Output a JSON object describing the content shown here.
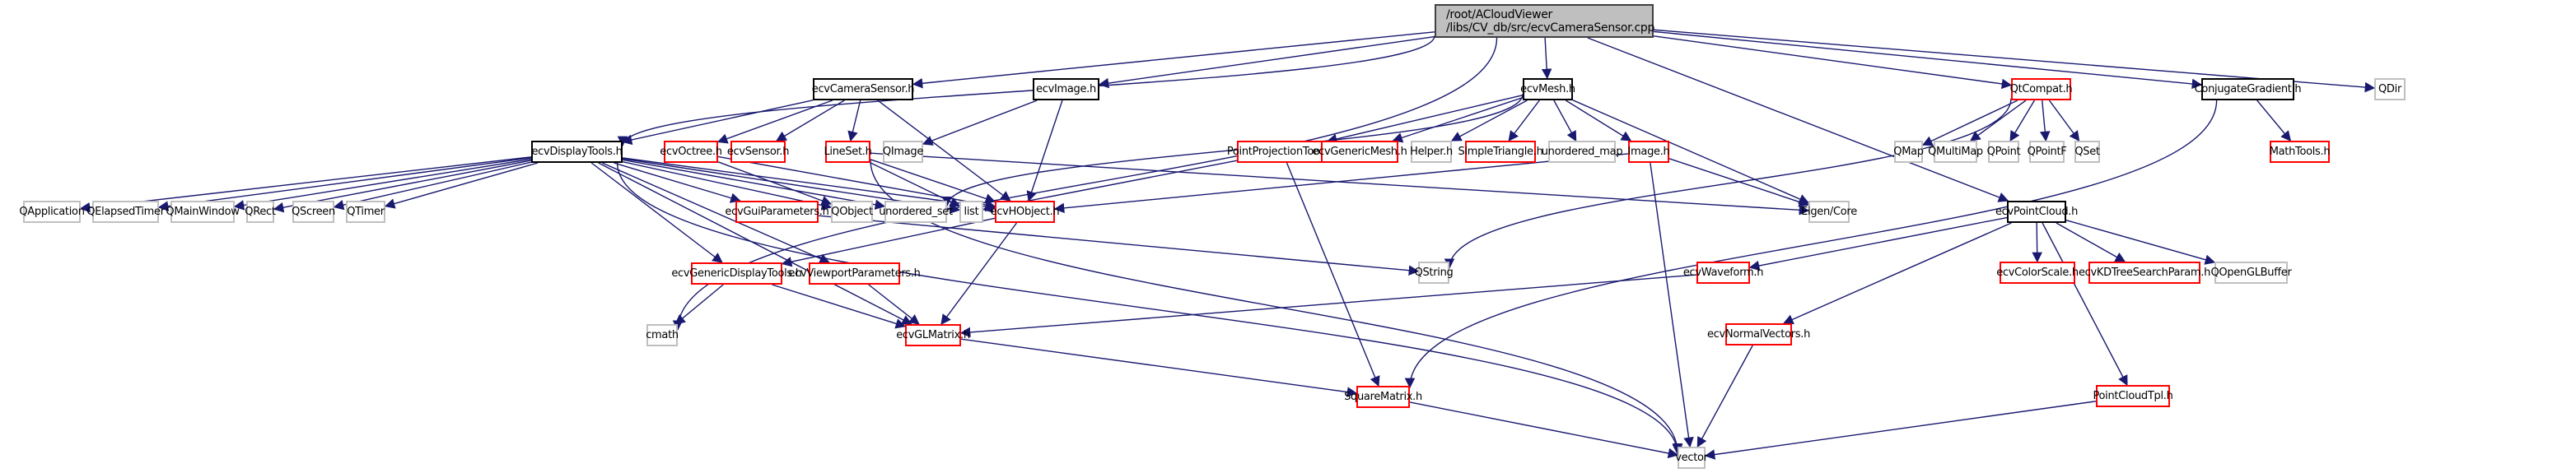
{
  "diagram": {
    "type": "include-dependency-graph",
    "root": {
      "line1": "/root/ACloudViewer",
      "line2": "/libs/CV_db/src/ecvCameraSensor.cpp"
    },
    "colors": {
      "edge": "#191970",
      "documented_border": "#000000",
      "truncated_border": "#ff0000",
      "external_border": "#bfbfbf",
      "root_fill": "#bfbfbf"
    },
    "nodes": [
      {
        "id": "ecvCameraSensor",
        "label": "ecvCameraSensor.h",
        "kind": "doc"
      },
      {
        "id": "ecvImage",
        "label": "ecvImage.h",
        "kind": "doc"
      },
      {
        "id": "ecvMesh",
        "label": "ecvMesh.h",
        "kind": "doc"
      },
      {
        "id": "QtCompat",
        "label": "QtCompat.h",
        "kind": "trunc"
      },
      {
        "id": "ConjugateGradient",
        "label": "ConjugateGradient.h",
        "kind": "doc"
      },
      {
        "id": "QDir",
        "label": "QDir",
        "kind": "ext"
      },
      {
        "id": "ecvDisplayTools",
        "label": "ecvDisplayTools.h",
        "kind": "doc"
      },
      {
        "id": "ecvOctree",
        "label": "ecvOctree.h",
        "kind": "trunc"
      },
      {
        "id": "ecvSensor",
        "label": "ecvSensor.h",
        "kind": "trunc"
      },
      {
        "id": "LineSet",
        "label": "LineSet.h",
        "kind": "trunc"
      },
      {
        "id": "QImage",
        "label": "QImage",
        "kind": "ext"
      },
      {
        "id": "PointProjectionTools",
        "label": "PointProjectionTools.h",
        "kind": "trunc"
      },
      {
        "id": "ecvGenericMesh",
        "label": "ecvGenericMesh.h",
        "kind": "trunc"
      },
      {
        "id": "Helper",
        "label": "Helper.h",
        "kind": "ext"
      },
      {
        "id": "SimpleTriangle",
        "label": "SimpleTriangle.h",
        "kind": "trunc"
      },
      {
        "id": "unordered_map",
        "label": "unordered_map",
        "kind": "ext"
      },
      {
        "id": "Image",
        "label": "Image.h",
        "kind": "trunc"
      },
      {
        "id": "QMap",
        "label": "QMap",
        "kind": "ext"
      },
      {
        "id": "QMultiMap",
        "label": "QMultiMap",
        "kind": "ext"
      },
      {
        "id": "QPoint",
        "label": "QPoint",
        "kind": "ext"
      },
      {
        "id": "QPointF",
        "label": "QPointF",
        "kind": "ext"
      },
      {
        "id": "QSet",
        "label": "QSet",
        "kind": "ext"
      },
      {
        "id": "MathTools",
        "label": "MathTools.h",
        "kind": "trunc"
      },
      {
        "id": "QApplication",
        "label": "QApplication",
        "kind": "ext"
      },
      {
        "id": "QElapsedTimer",
        "label": "QElapsedTimer",
        "kind": "ext"
      },
      {
        "id": "QMainWindow",
        "label": "QMainWindow",
        "kind": "ext"
      },
      {
        "id": "QRect",
        "label": "QRect",
        "kind": "ext"
      },
      {
        "id": "QScreen",
        "label": "QScreen",
        "kind": "ext"
      },
      {
        "id": "QTimer",
        "label": "QTimer",
        "kind": "ext"
      },
      {
        "id": "ecvGuiParameters",
        "label": "ecvGuiParameters.h",
        "kind": "trunc"
      },
      {
        "id": "QObject",
        "label": "QObject",
        "kind": "ext"
      },
      {
        "id": "unordered_set",
        "label": "unordered_set",
        "kind": "ext"
      },
      {
        "id": "list",
        "label": "list",
        "kind": "ext"
      },
      {
        "id": "ecvHObject",
        "label": "ecvHObject.h",
        "kind": "trunc"
      },
      {
        "id": "EigenCore",
        "label": "Eigen/Core",
        "kind": "ext"
      },
      {
        "id": "ecvPointCloud",
        "label": "ecvPointCloud.h",
        "kind": "doc"
      },
      {
        "id": "QString",
        "label": "QString",
        "kind": "ext"
      },
      {
        "id": "ecvGenericDisplayTools",
        "label": "ecvGenericDisplayTools.h",
        "kind": "trunc"
      },
      {
        "id": "ecvViewportParameters",
        "label": "ecvViewportParameters.h",
        "kind": "trunc"
      },
      {
        "id": "ecvWaveform",
        "label": "ecvWaveform.h",
        "kind": "trunc"
      },
      {
        "id": "ecvColorScale",
        "label": "ecvColorScale.h",
        "kind": "trunc"
      },
      {
        "id": "ecvKDTreeSearchParam",
        "label": "ecvKDTreeSearchParam.h",
        "kind": "trunc"
      },
      {
        "id": "QOpenGLBuffer",
        "label": "QOpenGLBuffer",
        "kind": "ext"
      },
      {
        "id": "cmath",
        "label": "cmath",
        "kind": "ext"
      },
      {
        "id": "ecvGLMatrix",
        "label": "ecvGLMatrix.h",
        "kind": "trunc"
      },
      {
        "id": "ecvNormalVectors",
        "label": "ecvNormalVectors.h",
        "kind": "trunc"
      },
      {
        "id": "SquareMatrix",
        "label": "SquareMatrix.h",
        "kind": "trunc"
      },
      {
        "id": "PointCloudTpl",
        "label": "PointCloudTpl.h",
        "kind": "trunc"
      },
      {
        "id": "vector",
        "label": "vector",
        "kind": "ext"
      }
    ],
    "edges": [
      [
        "root",
        "ecvCameraSensor"
      ],
      [
        "root",
        "ecvImage"
      ],
      [
        "root",
        "ecvMesh"
      ],
      [
        "root",
        "QtCompat"
      ],
      [
        "root",
        "ConjugateGradient"
      ],
      [
        "root",
        "QDir"
      ],
      [
        "root",
        "ecvDisplayTools"
      ],
      [
        "root",
        "cmath"
      ],
      [
        "root",
        "ecvPointCloud"
      ],
      [
        "ecvCameraSensor",
        "ecvOctree"
      ],
      [
        "ecvCameraSensor",
        "ecvSensor"
      ],
      [
        "ecvCameraSensor",
        "LineSet"
      ],
      [
        "ecvCameraSensor",
        "ecvHObject"
      ],
      [
        "ecvCameraSensor",
        "ecvDisplayTools"
      ],
      [
        "ecvImage",
        "QImage"
      ],
      [
        "ecvImage",
        "ecvHObject"
      ],
      [
        "ecvMesh",
        "PointProjectionTools"
      ],
      [
        "ecvMesh",
        "ecvGenericMesh"
      ],
      [
        "ecvMesh",
        "Helper"
      ],
      [
        "ecvMesh",
        "SimpleTriangle"
      ],
      [
        "ecvMesh",
        "unordered_map"
      ],
      [
        "ecvMesh",
        "Image"
      ],
      [
        "ecvMesh",
        "EigenCore"
      ],
      [
        "ecvMesh",
        "unordered_set"
      ],
      [
        "QtCompat",
        "QMap"
      ],
      [
        "QtCompat",
        "QMultiMap"
      ],
      [
        "QtCompat",
        "QPoint"
      ],
      [
        "QtCompat",
        "QPointF"
      ],
      [
        "QtCompat",
        "QSet"
      ],
      [
        "QtCompat",
        "QString"
      ],
      [
        "ConjugateGradient",
        "MathTools"
      ],
      [
        "ConjugateGradient",
        "SquareMatrix"
      ],
      [
        "ecvDisplayTools",
        "QApplication"
      ],
      [
        "ecvDisplayTools",
        "QElapsedTimer"
      ],
      [
        "ecvDisplayTools",
        "QMainWindow"
      ],
      [
        "ecvDisplayTools",
        "QRect"
      ],
      [
        "ecvDisplayTools",
        "QScreen"
      ],
      [
        "ecvDisplayTools",
        "QTimer"
      ],
      [
        "ecvDisplayTools",
        "ecvGuiParameters"
      ],
      [
        "ecvDisplayTools",
        "QObject"
      ],
      [
        "ecvDisplayTools",
        "unordered_set"
      ],
      [
        "ecvDisplayTools",
        "list"
      ],
      [
        "ecvDisplayTools",
        "ecvHObject"
      ],
      [
        "ecvDisplayTools",
        "ecvGenericDisplayTools"
      ],
      [
        "ecvDisplayTools",
        "ecvViewportParameters"
      ],
      [
        "ecvDisplayTools",
        "ecvGLMatrix"
      ],
      [
        "ecvDisplayTools",
        "vector"
      ],
      [
        "ecvOctree",
        "QObject"
      ],
      [
        "ecvOctree",
        "ecvHObject"
      ],
      [
        "LineSet",
        "list"
      ],
      [
        "LineSet",
        "ecvHObject"
      ],
      [
        "LineSet",
        "EigenCore"
      ],
      [
        "LineSet",
        "vector"
      ],
      [
        "PointProjectionTools",
        "list"
      ],
      [
        "PointProjectionTools",
        "SquareMatrix"
      ],
      [
        "Image",
        "ecvHObject"
      ],
      [
        "Image",
        "EigenCore"
      ],
      [
        "Image",
        "vector"
      ],
      [
        "ecvGuiParameters",
        "QString"
      ],
      [
        "ecvHObject",
        "ecvGenericDisplayTools"
      ],
      [
        "ecvHObject",
        "ecvGLMatrix"
      ],
      [
        "ecvGenericDisplayTools",
        "cmath"
      ],
      [
        "ecvGenericDisplayTools",
        "ecvGLMatrix"
      ],
      [
        "ecvViewportParameters",
        "ecvGLMatrix"
      ],
      [
        "ecvGLMatrix",
        "SquareMatrix"
      ],
      [
        "SquareMatrix",
        "vector"
      ],
      [
        "ecvPointCloud",
        "ecvWaveform"
      ],
      [
        "ecvPointCloud",
        "ecvColorScale"
      ],
      [
        "ecvPointCloud",
        "ecvKDTreeSearchParam"
      ],
      [
        "ecvPointCloud",
        "QOpenGLBuffer"
      ],
      [
        "ecvPointCloud",
        "ecvNormalVectors"
      ],
      [
        "ecvPointCloud",
        "PointCloudTpl"
      ],
      [
        "ecvWaveform",
        "ecvGLMatrix"
      ],
      [
        "ecvNormalVectors",
        "vector"
      ],
      [
        "PointCloudTpl",
        "vector"
      ]
    ]
  }
}
